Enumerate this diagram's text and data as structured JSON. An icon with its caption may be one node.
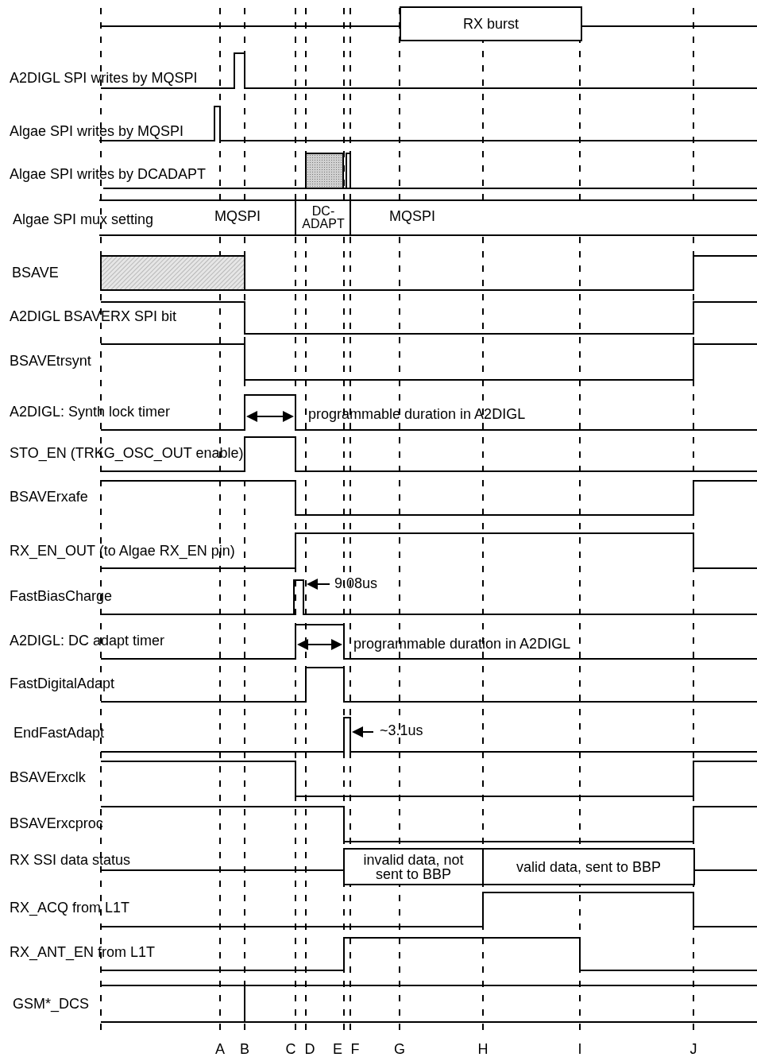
{
  "diagram": {
    "nodes": [
      {
        "text": [
          "RX burst"
        ]
      },
      {
        "text": [
          "MQSPI"
        ]
      },
      {
        "text": [
          "DC- ADAPT"
        ]
      },
      {
        "text": [
          "MQSPI"
        ]
      },
      {
        "text": [
          "invalid data, not sent to BBP"
        ]
      },
      {
        "text": [
          "valid data, sent to BBP"
        ]
      }
    ],
    "labels": [
      "A2DIGL SPI writes by MQSPI",
      "Algae SPI writes by MQSPI",
      "Algae SPI writes by DCADAPT",
      "Algae SPI mux setting",
      "BSAVE",
      "A2DIGL BSAVERX SPI bit",
      "BSAVEtrsynt",
      "A2DIGL: Synth lock timer",
      "programmable duration in A2DIGL",
      "STO_EN (TRKG_OSC_OUT enable)",
      "BSAVErxafe",
      "RX_EN_OUT (to Algae RX_EN pin)",
      "FastBiasCharge",
      "9.08us",
      "A2DIGL: DC adapt timer",
      "programmable duration in A2DIGL",
      "FastDigitalAdapt",
      "EndFastAdapt",
      "~3.1us",
      "BSAVErxclk",
      "BSAVErxcproc",
      "RX SSI data status",
      "RX_ACQ from L1T",
      "RX_ANT_EN from L1T",
      "GSM*_DCS",
      "A",
      "B",
      "C",
      "D",
      "E",
      "F",
      "G",
      "H",
      "I",
      "J"
    ]
  }
}
